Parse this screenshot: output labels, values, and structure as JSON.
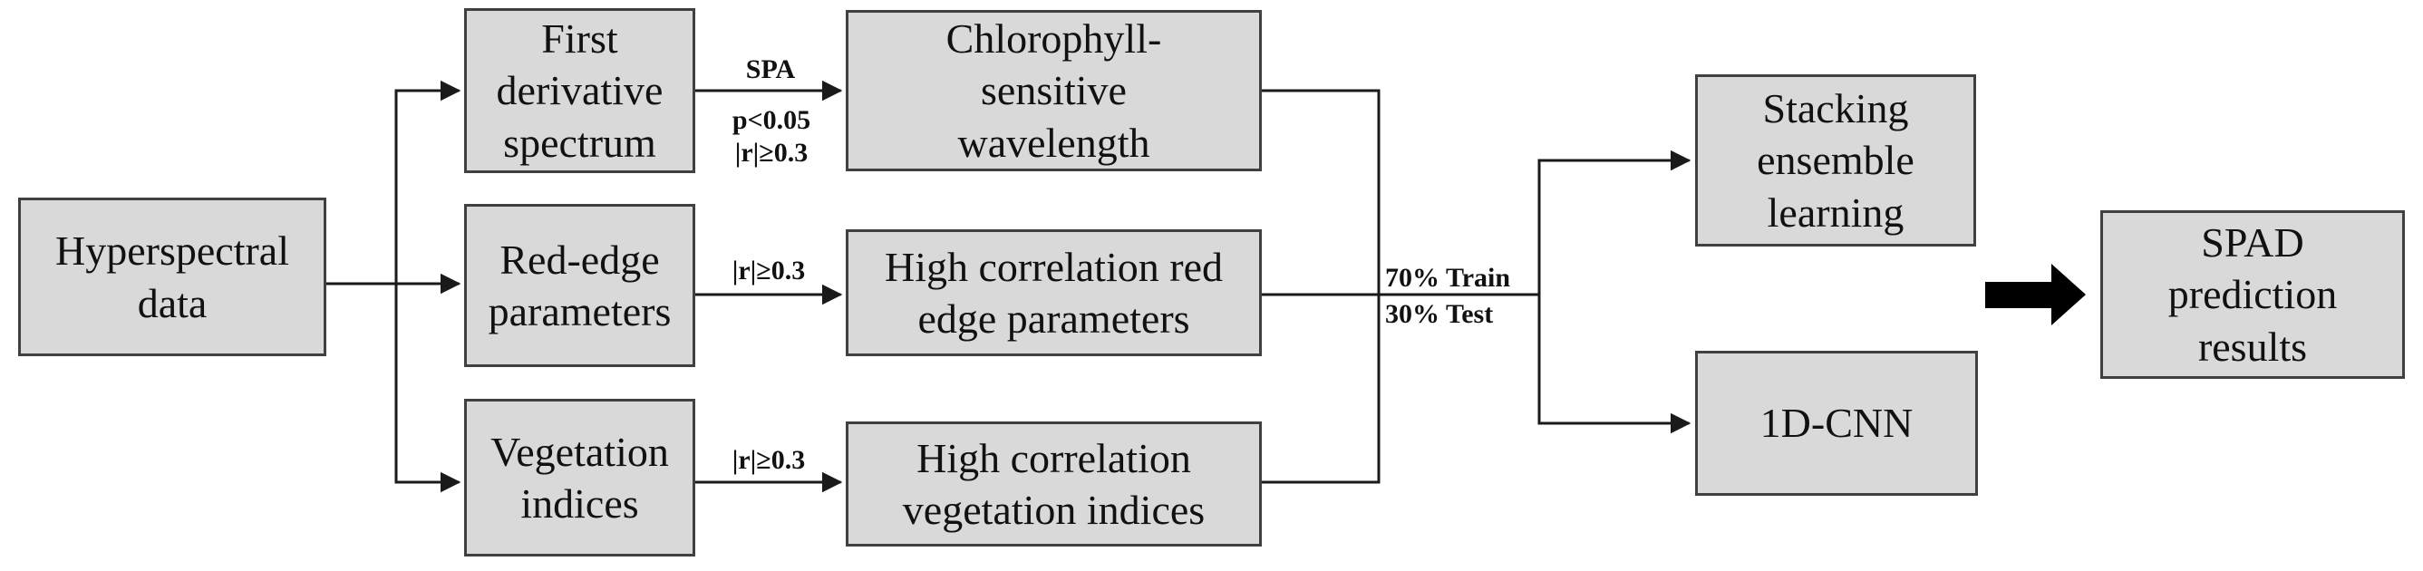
{
  "figure": {
    "type": "flowchart",
    "boxes": {
      "hyperspectral": "Hyperspectral\ndata",
      "first_derivative": "First\nderivative\nspectrum",
      "red_edge": "Red-edge\nparameters",
      "vegetation": "Vegetation\nindices",
      "chlorophyll": "Chlorophyll-\nsensitive\nwavelength",
      "high_corr_red_edge": "High correlation red\nedge parameters",
      "high_corr_vegetation": "High correlation\nvegetation indices",
      "stacking": "Stacking\nensemble\nlearning",
      "cnn": "1D-CNN",
      "spad": "SPAD\nprediction\nresults"
    },
    "edge_labels": {
      "spa": "SPA",
      "first_derivative_conditions": "p<0.05\n|r|≥0.3",
      "red_edge_condition": "|r|≥0.3",
      "vegetation_condition": "|r|≥0.3",
      "train": "70% Train",
      "test": "30% Test"
    },
    "colors": {
      "box_fill": "#d9d9d9",
      "box_border": "#404040",
      "line": "#1a1a1a",
      "arrow": "#000000",
      "text": "#111111",
      "background": "#ffffff"
    }
  }
}
